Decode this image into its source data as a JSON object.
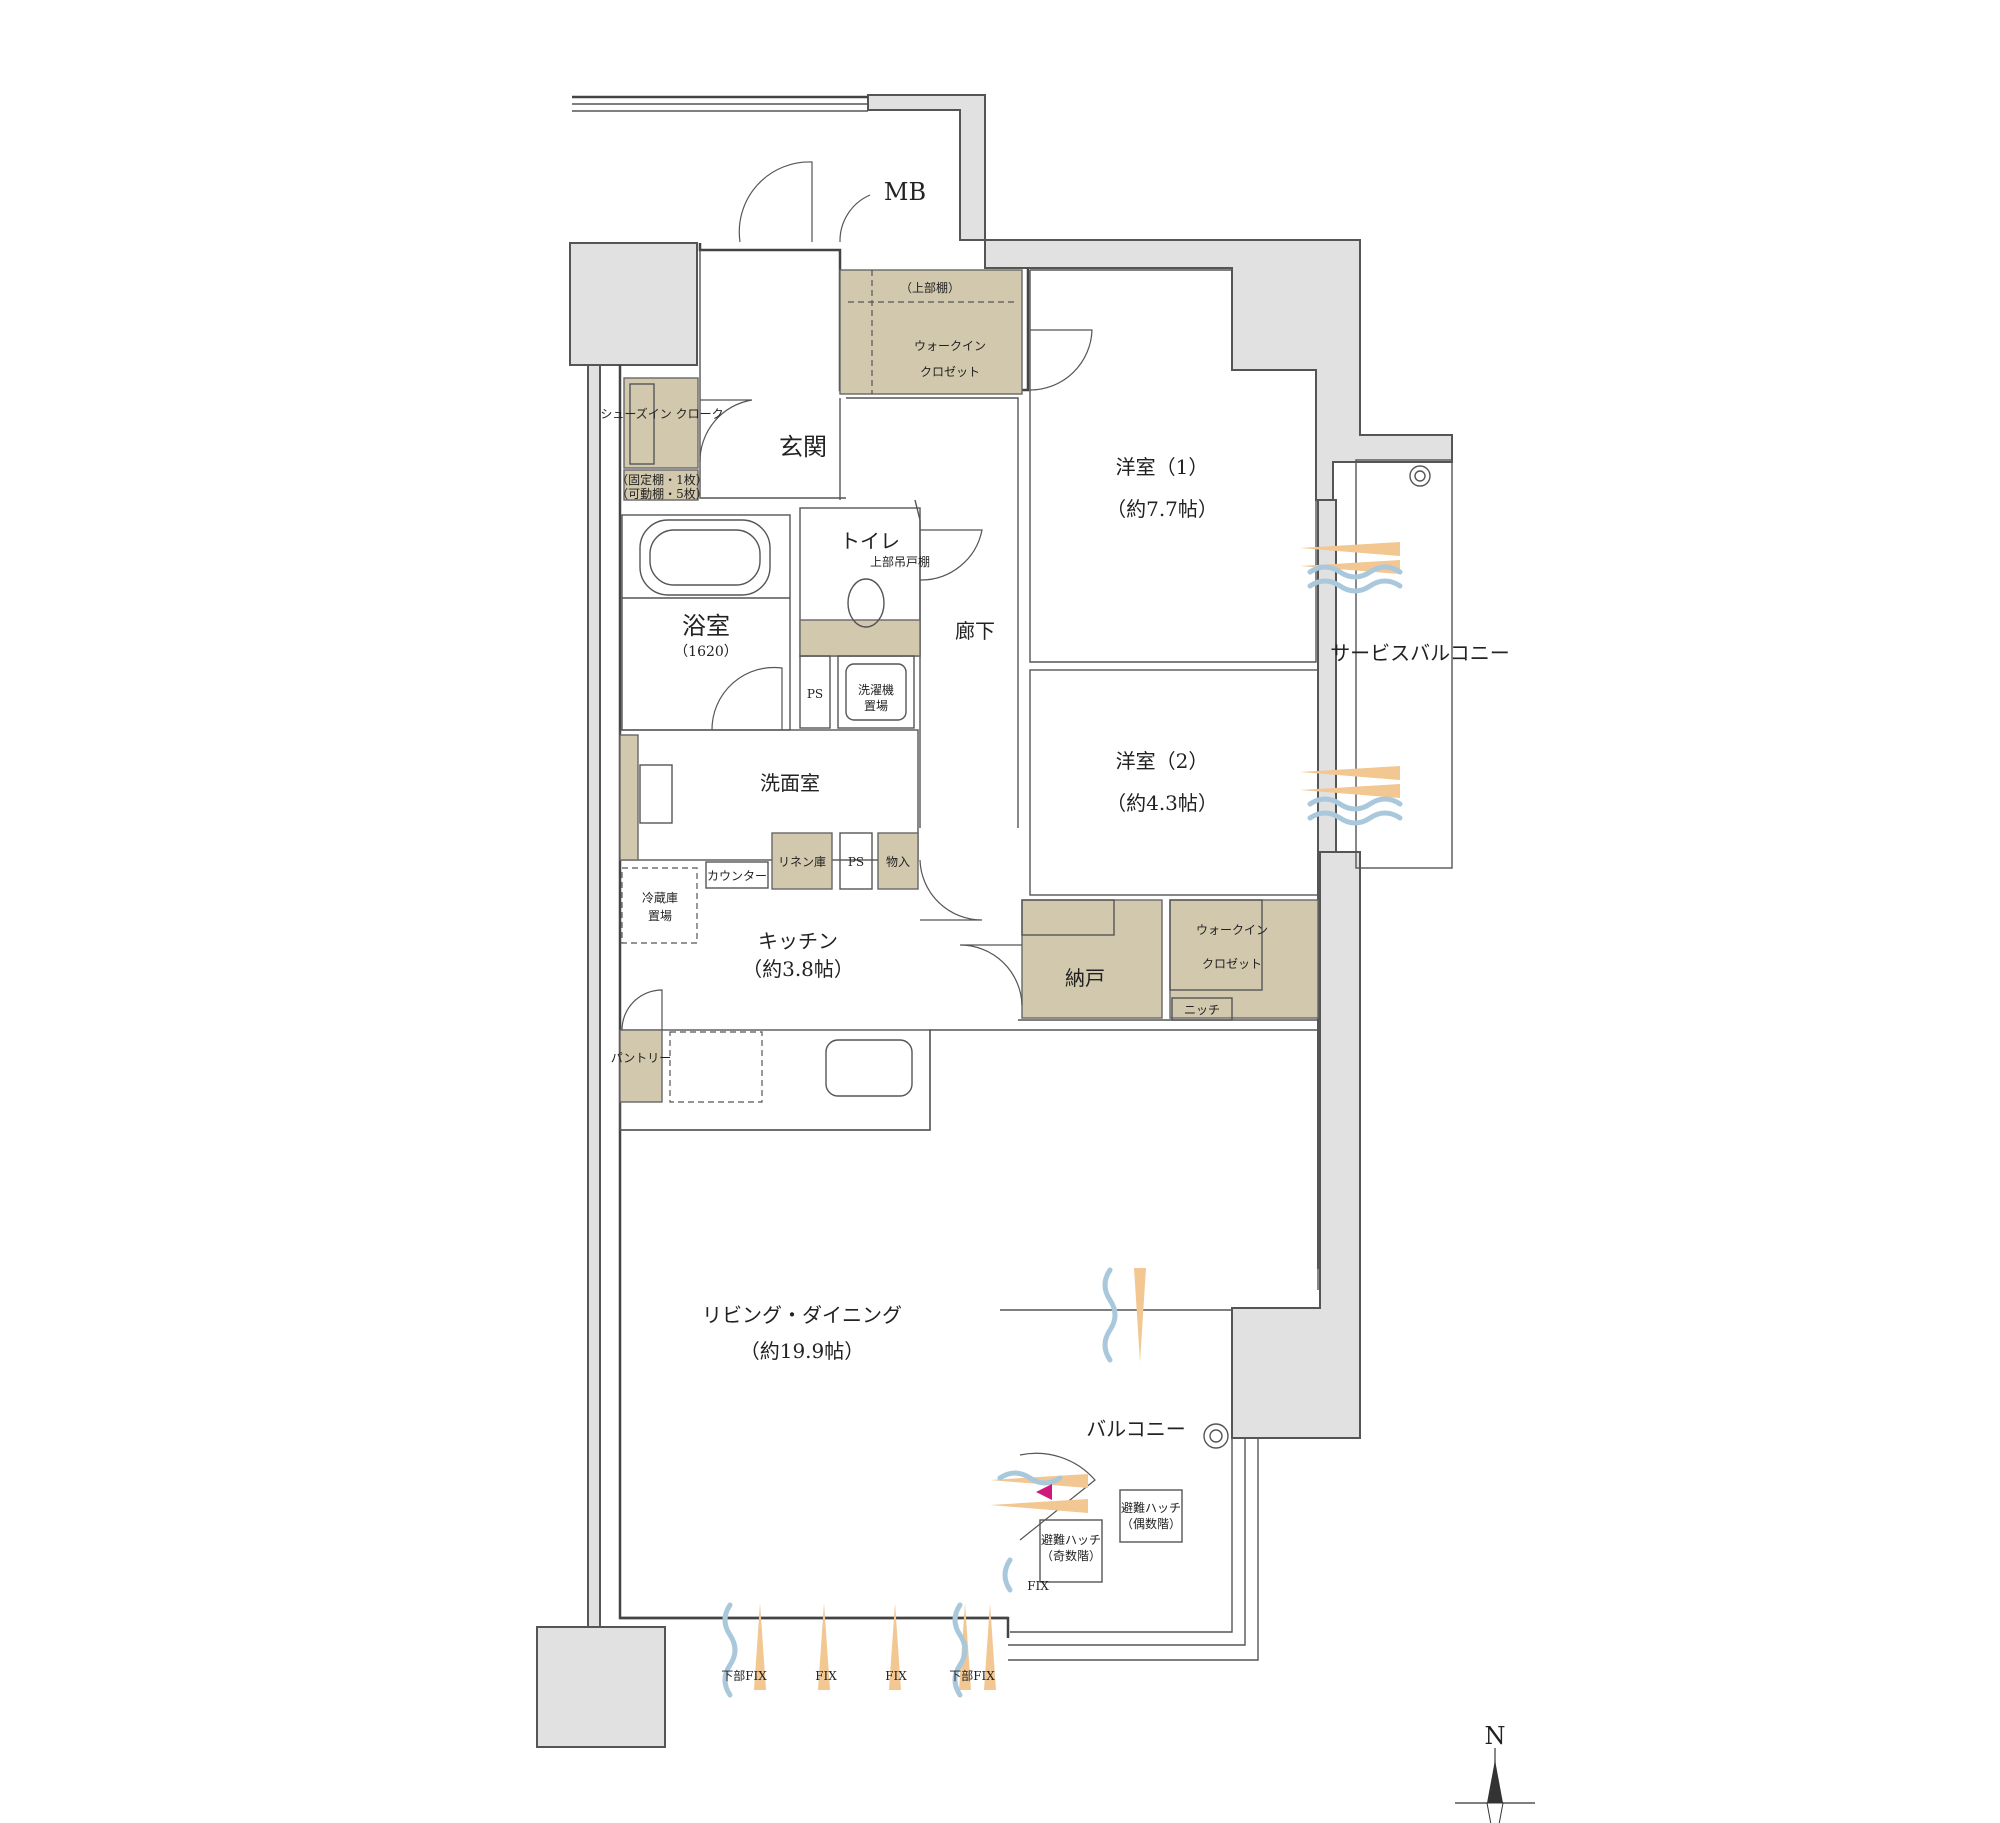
{
  "plan": {
    "labels": {
      "mb": "MB",
      "entrance": "玄関",
      "upper_shelf": "（上部棚）",
      "walkin_closet_1": "ウォークイン",
      "walkin_closet_2": "クロゼット",
      "western_room_1": "洋室（1）",
      "western_room_1_size": "（約7.7帖）",
      "western_room_2": "洋室（2）",
      "western_room_2_size": "（約4.3帖）",
      "shoes_in_cloak": "シューズイン クローク",
      "shelf_note_1": "（固定棚・1枚）",
      "shelf_note_2": "（可動棚・5枚）",
      "toilet": "トイレ",
      "upper_hanging_cabinet": "上部吊戸棚",
      "bathroom": "浴室",
      "bathroom_size": "（1620）",
      "hallway": "廊下",
      "service_balcony": "サービスバルコニー",
      "ps": "PS",
      "washer_space_1": "洗濯機",
      "washer_space_2": "置場",
      "washroom": "洗面室",
      "linen_closet": "リネン庫",
      "storage": "物入",
      "counter": "カウンター",
      "fridge_space_1": "冷蔵庫",
      "fridge_space_2": "置場",
      "kitchen": "キッチン",
      "kitchen_size": "（約3.8帖）",
      "storeroom": "納戸",
      "niche": "ニッチ",
      "pantry": "パントリー",
      "living_dining": "リビング・ダイニング",
      "living_dining_size": "（約19.9帖）",
      "balcony": "バルコニー",
      "escape_hatch_even_1": "避難ハッチ",
      "escape_hatch_even_2": "（偶数階）",
      "escape_hatch_odd_1": "避難ハッチ",
      "escape_hatch_odd_2": "（奇数階）",
      "fix": "FIX",
      "lower_fix": "下部FIX",
      "north": "N"
    },
    "colors": {
      "wall": "#e1e1e1",
      "storage": "#d2c8ad",
      "breeze": "#f2c792",
      "wave": "#a9c8dc",
      "marker": "#d1177b"
    }
  }
}
